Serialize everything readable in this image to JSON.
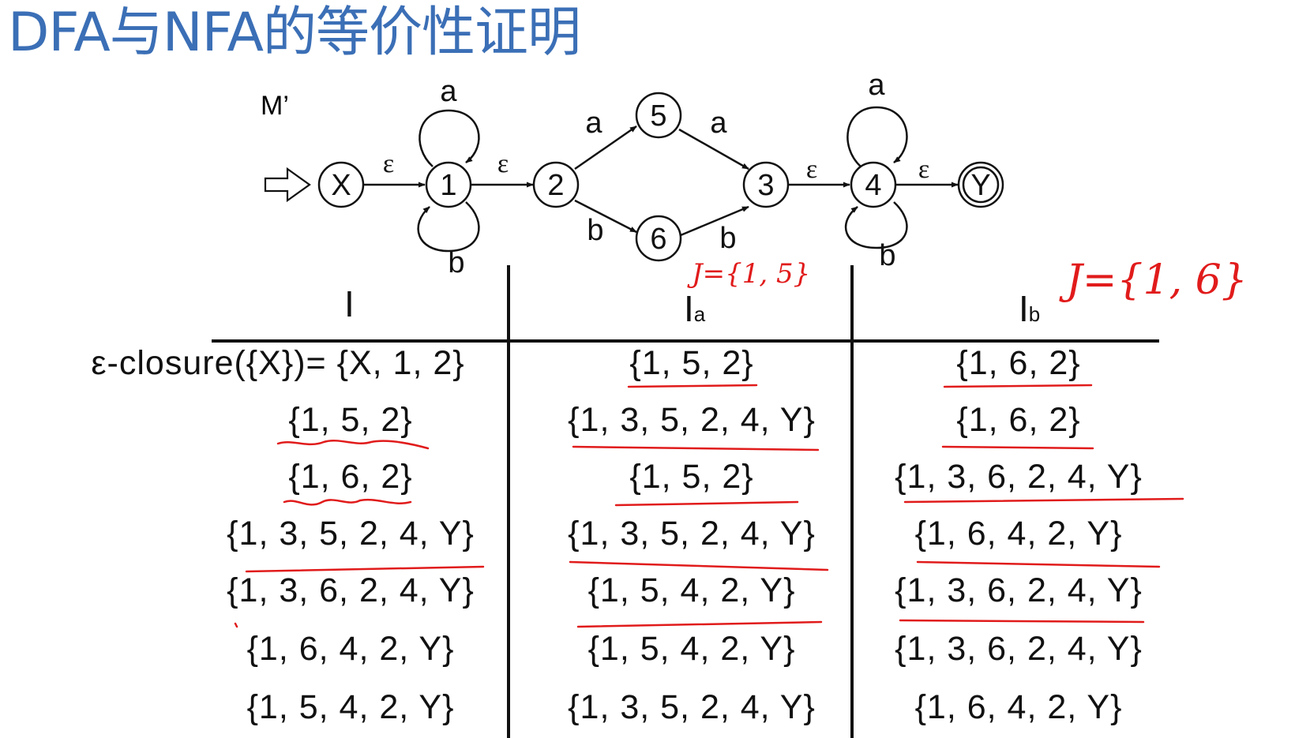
{
  "title": "DFA与NFA的等价性证明",
  "automaton": {
    "name": "M’",
    "states": [
      "X",
      "1",
      "2",
      "5",
      "6",
      "3",
      "4",
      "Y"
    ],
    "labels": {
      "x_to_1": "ε",
      "one_to_2": "ε",
      "three_to_4": "ε",
      "four_to_y": "ε",
      "loop1_top": "a",
      "loop1_bottom": "b",
      "two_to_5": "a",
      "five_to_3": "a",
      "two_to_6": "b",
      "six_to_3": "b",
      "loop4_top": "a",
      "loop4_bottom": "b"
    }
  },
  "annotations": {
    "ja": "J={1, 5}",
    "jb": "J={1, 6}"
  },
  "table": {
    "headers": {
      "i": "I",
      "ia_main": "I",
      "ia_sub": "a",
      "ib_main": "I",
      "ib_sub": "b"
    },
    "rows": [
      [
        "ε-closure({X})= {X, 1, 2}",
        "{1, 5, 2}",
        "{1, 6, 2}"
      ],
      [
        "{1, 5, 2}",
        "{1, 3, 5, 2, 4, Y}",
        "{1, 6, 2}"
      ],
      [
        "{1, 6, 2}",
        "{1, 5, 2}",
        "{1, 3, 6, 2, 4, Y}"
      ],
      [
        "{1, 3, 5, 2, 4, Y}",
        "{1, 3, 5, 2, 4, Y}",
        "{1, 6, 4, 2, Y}"
      ],
      [
        "{1, 3, 6, 2, 4, Y}",
        "{1, 5, 4, 2, Y}",
        "{1, 3, 6, 2, 4, Y}"
      ],
      [
        "{1, 6, 4, 2, Y}",
        "{1, 5, 4, 2, Y}",
        "{1, 3, 6, 2, 4, Y}"
      ],
      [
        "{1, 5, 4, 2, Y}",
        "{1, 3, 5, 2, 4, Y}",
        "{1, 6, 4, 2, Y}"
      ]
    ]
  },
  "colors": {
    "title": "#3b6fb6",
    "ink": "#111111",
    "annotation": "#e11b1b"
  }
}
